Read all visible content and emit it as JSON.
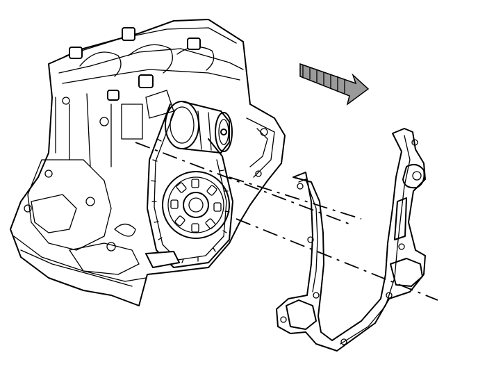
{
  "diagram": {
    "subject": "engine-front-timing-cover-gasket-installation",
    "icons": {
      "direction_arrow": "direction-arrow-icon",
      "engine_block": "engine-block-illustration",
      "gasket": "front-cover-gasket-illustration"
    },
    "colors": {
      "line": "#000000",
      "background": "#ffffff",
      "arrow_shade": "#9a9a9a"
    }
  }
}
